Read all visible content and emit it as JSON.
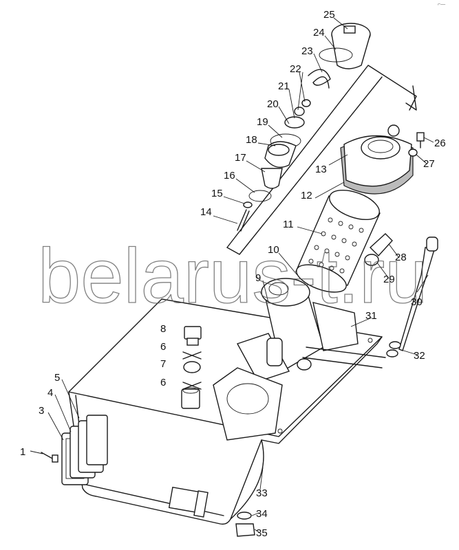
{
  "watermark": "belarus-t.ru",
  "corner_mark": "⌐—",
  "callouts": [
    {
      "id": "c25",
      "text": "25"
    },
    {
      "id": "c24",
      "text": "24"
    },
    {
      "id": "c23",
      "text": "23"
    },
    {
      "id": "c22",
      "text": "22"
    },
    {
      "id": "c21",
      "text": "21"
    },
    {
      "id": "c20",
      "text": "20"
    },
    {
      "id": "c19",
      "text": "19"
    },
    {
      "id": "c18",
      "text": "18"
    },
    {
      "id": "c17",
      "text": "17"
    },
    {
      "id": "c16",
      "text": "16"
    },
    {
      "id": "c15",
      "text": "15"
    },
    {
      "id": "c14",
      "text": "14"
    },
    {
      "id": "c13",
      "text": "13"
    },
    {
      "id": "c12",
      "text": "12"
    },
    {
      "id": "c11",
      "text": "11"
    },
    {
      "id": "c10",
      "text": "10"
    },
    {
      "id": "c9",
      "text": "9"
    },
    {
      "id": "c26",
      "text": "26"
    },
    {
      "id": "c27",
      "text": "27"
    },
    {
      "id": "c28",
      "text": "28"
    },
    {
      "id": "c29",
      "text": "29"
    },
    {
      "id": "c30",
      "text": "30"
    },
    {
      "id": "c31",
      "text": "31"
    },
    {
      "id": "c32",
      "text": "32"
    },
    {
      "id": "c8",
      "text": "8"
    },
    {
      "id": "c6a",
      "text": "6"
    },
    {
      "id": "c7",
      "text": "7"
    },
    {
      "id": "c6b",
      "text": "6"
    },
    {
      "id": "c5",
      "text": "5"
    },
    {
      "id": "c4",
      "text": "4"
    },
    {
      "id": "c3",
      "text": "3"
    },
    {
      "id": "c1",
      "text": "1"
    },
    {
      "id": "c33",
      "text": "33"
    },
    {
      "id": "c34",
      "text": "34"
    },
    {
      "id": "c35",
      "text": "35"
    }
  ]
}
